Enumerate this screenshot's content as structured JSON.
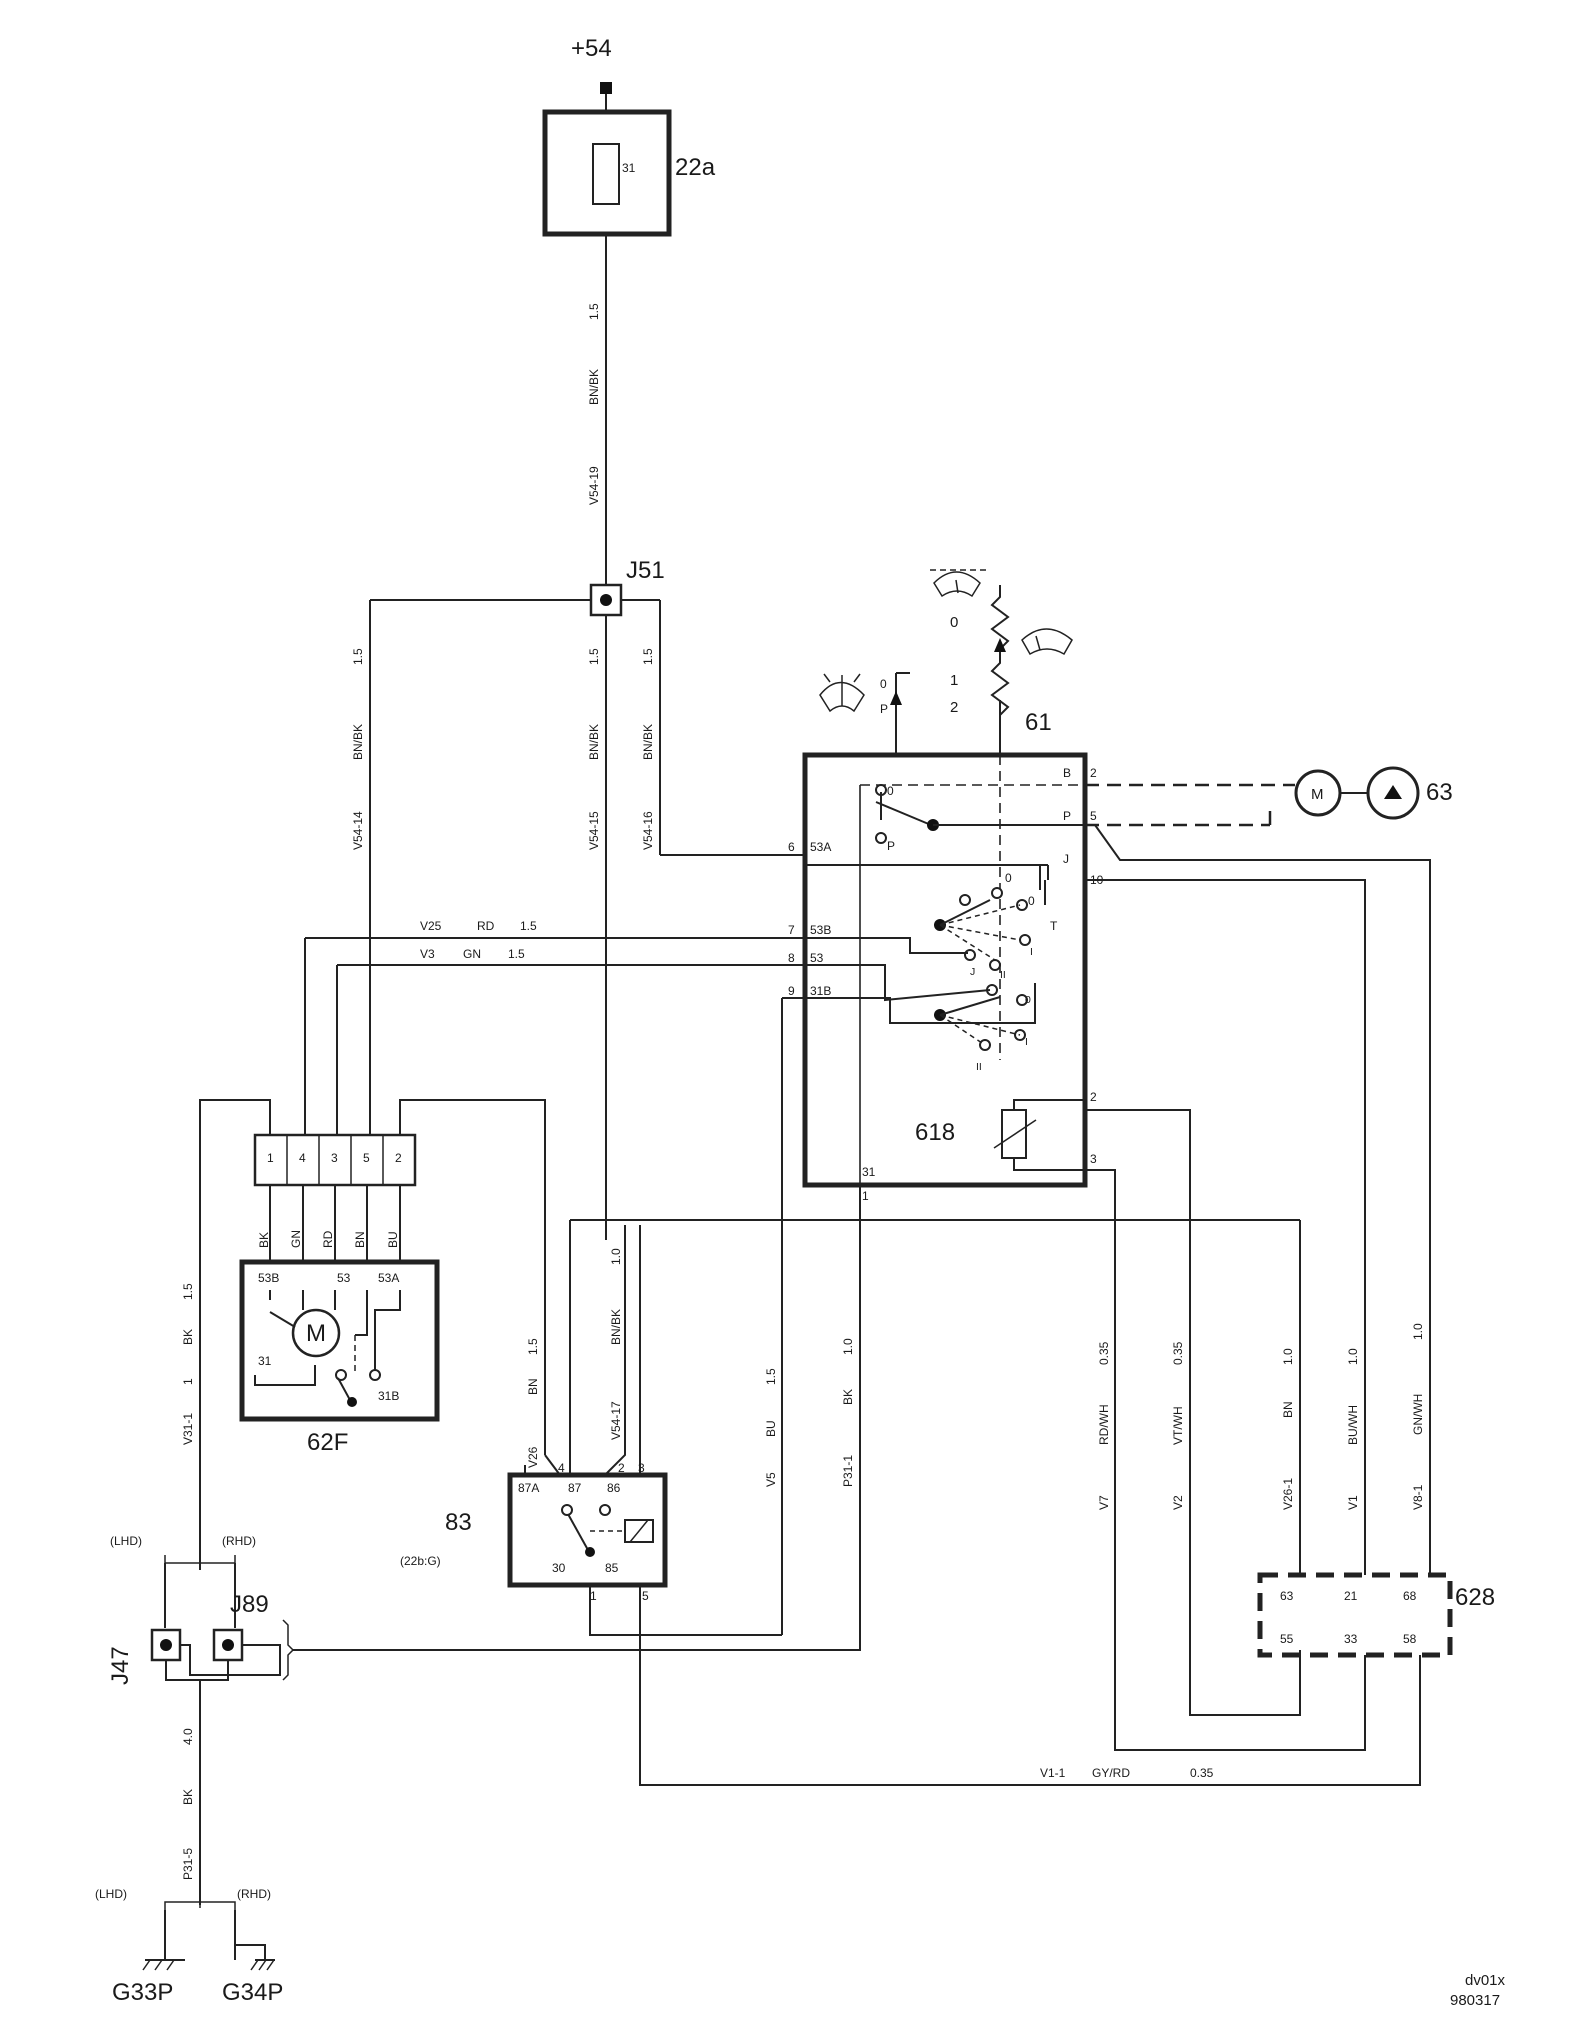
{
  "diagram": {
    "footer": {
      "id": "dv01x",
      "date": "980317"
    },
    "supply": "+54",
    "fuse": {
      "label": "22a",
      "number": "31"
    },
    "junctions": {
      "j51": "J51",
      "j47": "J47",
      "j89": "J89"
    },
    "components": {
      "c61": "61",
      "c63": "63",
      "c618": "618",
      "c62f": "62F",
      "c83": "83",
      "c83_ref": "(22b:G)",
      "c628": "628",
      "g33p": "G33P",
      "g34p": "G34P"
    },
    "motor_symbol": "M",
    "wires": {
      "v54_19": {
        "code": "V54-19",
        "color": "BN/BK",
        "size": "1.5"
      },
      "v54_14": {
        "code": "V54-14",
        "color": "BN/BK",
        "size": "1.5"
      },
      "v54_15": {
        "code": "V54-15",
        "color": "BN/BK",
        "size": "1.5"
      },
      "v54_16": {
        "code": "V54-16",
        "color": "BN/BK",
        "size": "1.5"
      },
      "v25": {
        "code": "V25",
        "color": "RD",
        "size": "1.5"
      },
      "v3": {
        "code": "V3",
        "color": "GN",
        "size": "1.5"
      },
      "v31_1": {
        "code": "V31-1",
        "color": "BK",
        "size": "1.5",
        "extra": "1"
      },
      "v26": {
        "code": "V26",
        "color": "BN",
        "size": "1.5"
      },
      "v54_17": {
        "code": "V54-17",
        "color": "BN/BK",
        "size": "1.0"
      },
      "v5": {
        "code": "V5",
        "color": "BU",
        "size": "1.5"
      },
      "p31_1": {
        "code": "P31-1",
        "color": "BK",
        "size": "1.0"
      },
      "v7": {
        "code": "V7",
        "color": "RD/WH",
        "size": "0.35"
      },
      "v2": {
        "code": "V2",
        "color": "VT/WH",
        "size": "0.35"
      },
      "v26_1": {
        "code": "V26-1",
        "color": "BN",
        "size": "1.0"
      },
      "v1": {
        "code": "V1",
        "color": "BU/WH",
        "size": "1.0"
      },
      "v8_1": {
        "code": "V8-1",
        "color": "GN/WH",
        "size": "1.0"
      },
      "v1_1": {
        "code": "V1-1",
        "color": "GY/RD",
        "size": "0.35"
      },
      "p31_5": {
        "code": "P31-5",
        "color": "BK",
        "size": "4.0"
      }
    },
    "pins_618": [
      "6",
      "53A",
      "7",
      "53B",
      "8",
      "53",
      "9",
      "31B",
      "B",
      "2",
      "P",
      "5",
      "J",
      "10",
      "2",
      "3",
      "31",
      "1"
    ],
    "switch_labels": [
      "0",
      "P",
      "0",
      "T",
      "I",
      "II",
      "J",
      "0",
      "I",
      "II",
      "0",
      "P",
      "0",
      "1",
      "2"
    ],
    "connector_62f": [
      "1",
      "4",
      "3",
      "5",
      "2"
    ],
    "colors_62f": [
      "BK",
      "GN",
      "RD",
      "BN",
      "BU"
    ],
    "pins_62f": [
      "53B",
      "53",
      "53A",
      "31",
      "31B"
    ],
    "pins_83": [
      "4",
      "2",
      "3",
      "87A",
      "87",
      "86",
      "30",
      "85",
      "1",
      "5"
    ],
    "pins_628": [
      "63",
      "21",
      "68",
      "55",
      "33",
      "58"
    ],
    "lhd": "(LHD)",
    "rhd": "(RHD)"
  }
}
